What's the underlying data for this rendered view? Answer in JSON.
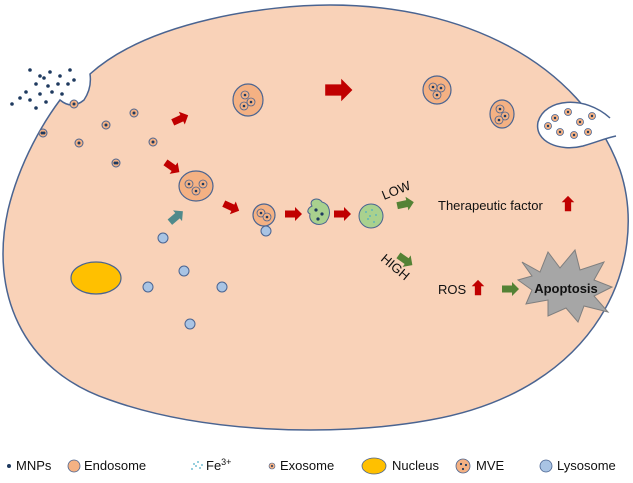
{
  "colors": {
    "cell": "#f9d2b8",
    "cell_stroke": "#4a6491",
    "endosome": "#f4b183",
    "endosome_stroke": "#4a6491",
    "nucleus": "#ffc000",
    "nucleus_stroke": "#4a6491",
    "lysosome": "#a9c4e4",
    "lysosome_stroke": "#4a6491",
    "late_vesicle": "#a9d18e",
    "mnp": "#1f3a5f",
    "fe3": "#4bacc6",
    "arrow_red": "#c00000",
    "arrow_green": "#548235",
    "arrow_teal": "#4f8a8b",
    "apoptosis_fill": "#a6a6a6"
  },
  "diagram": {
    "low_label": "LOW",
    "high_label": "HIGH",
    "therapeutic_label": "Therapeutic factor",
    "ros_label": "ROS",
    "apoptosis_label": "Apoptosis"
  },
  "legend": [
    {
      "icon": "mnp-icon",
      "label": "MNPs"
    },
    {
      "icon": "endosome-icon",
      "label": "Endosome"
    },
    {
      "icon": "fe3-icon",
      "label": "Fe",
      "superscript": "3+"
    },
    {
      "icon": "exosome-icon",
      "label": "Exosome"
    },
    {
      "icon": "nucleus-icon",
      "label": "Nucleus"
    },
    {
      "icon": "mve-icon",
      "label": "MVE"
    },
    {
      "icon": "lysosome-icon",
      "label": "Lysosome"
    }
  ]
}
